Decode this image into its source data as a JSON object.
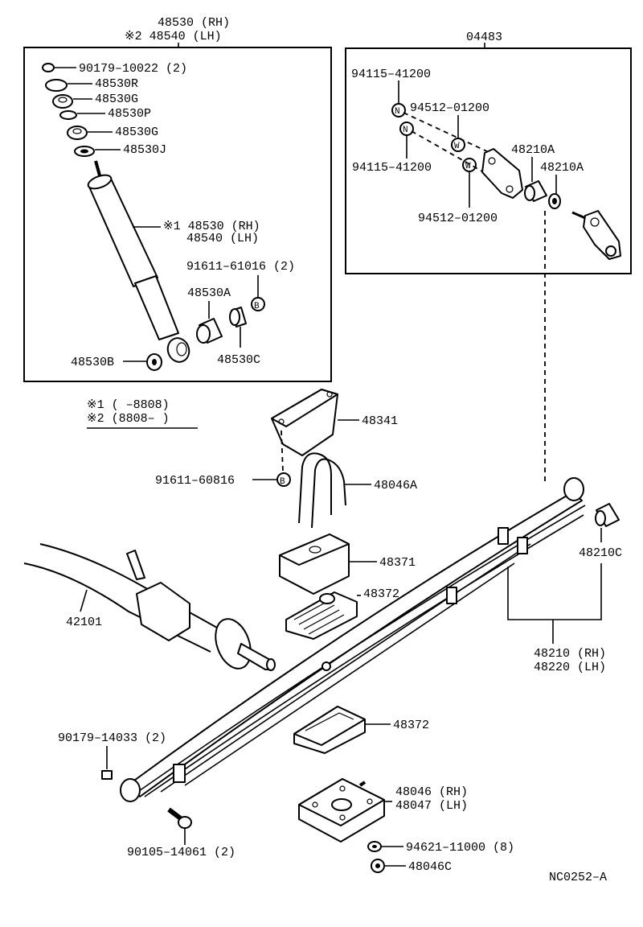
{
  "top_left": {
    "header_rh": "48530 (RH)",
    "header_lh": "※2  48540 (LH)",
    "parts": [
      "90179–10022 (2)",
      "48530R",
      "48530G",
      "48530P",
      "48530G",
      "48530J",
      "※1  48530 (RH)",
      "48540 (LH)",
      "91611–61016 (2)",
      "48530A",
      "48530B",
      "48530C"
    ]
  },
  "top_right": {
    "header": "04483",
    "parts": [
      "94115–41200",
      "94512–01200",
      "48210A",
      "94115–41200",
      "48210A",
      "94512–01200"
    ]
  },
  "notes": [
    "※1 (        –8808)",
    "※2 (8808–        )"
  ],
  "main_parts": [
    "48341",
    "91611–60816",
    "48046A",
    "48371",
    "48372",
    "42101",
    "48210C",
    "48210 (RH)",
    "48220 (LH)",
    "48372",
    "90179–14033 (2)",
    "48046 (RH)",
    "48047 (LH)",
    "90105–14061 (2)",
    "94621–11000 (8)",
    "48046C"
  ],
  "markers": {
    "n": "N",
    "w": "W",
    "b": "B"
  },
  "diagram_code": "NC0252–A"
}
